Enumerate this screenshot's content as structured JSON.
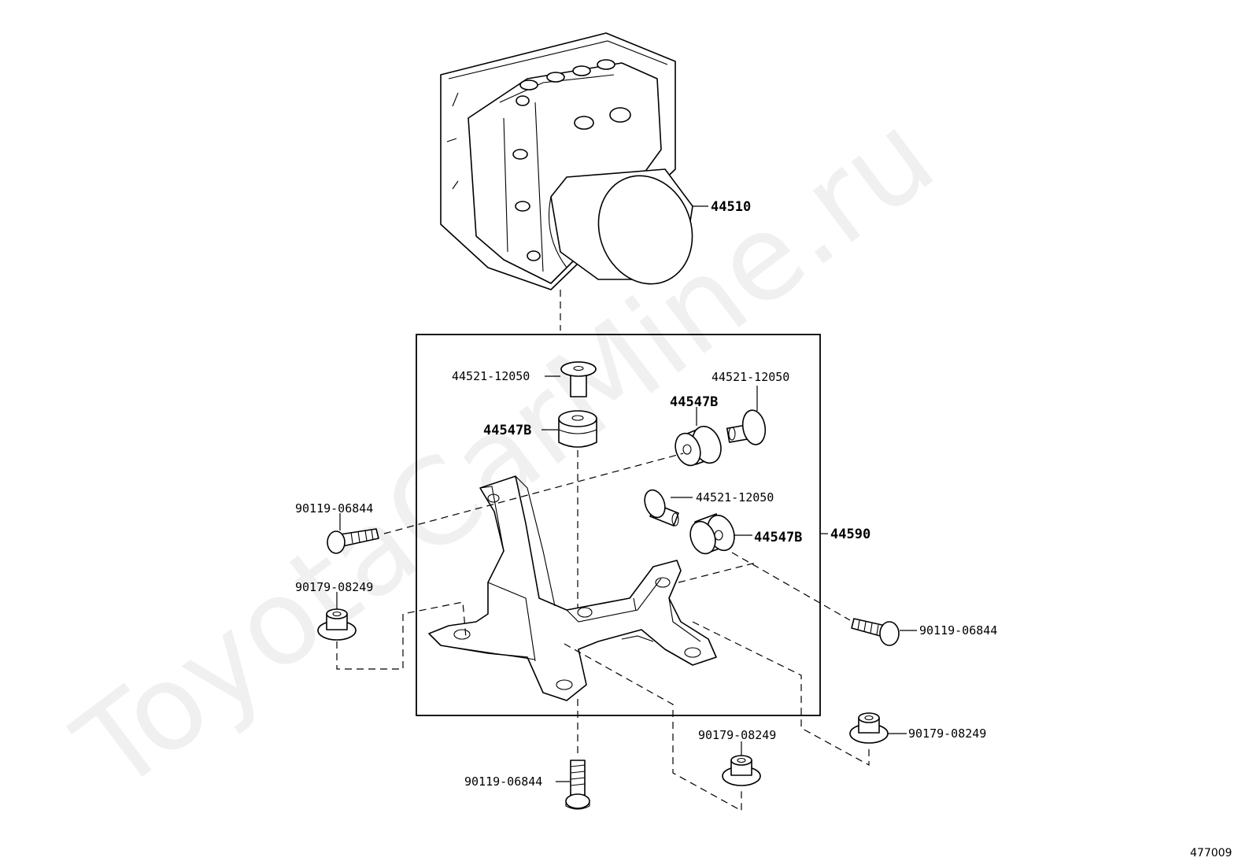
{
  "watermark": "ToyotaCarMine.ru",
  "diagram_ref": "477009",
  "assembly_label": "44590",
  "labels": {
    "actuator": "44510",
    "bolt_top": "44521-12050",
    "bolt_right": "44521-12050",
    "bolt_mid": "44521-12050",
    "cushion_left": "44547B",
    "cushion_right": "44547B",
    "cushion_mid": "44547B",
    "screw_left": "90119-06844",
    "screw_right": "90119-06844",
    "screw_bottom": "90119-06844",
    "nut_left": "90179-08249",
    "nut_bottom": "90179-08249",
    "nut_right": "90179-08249"
  }
}
